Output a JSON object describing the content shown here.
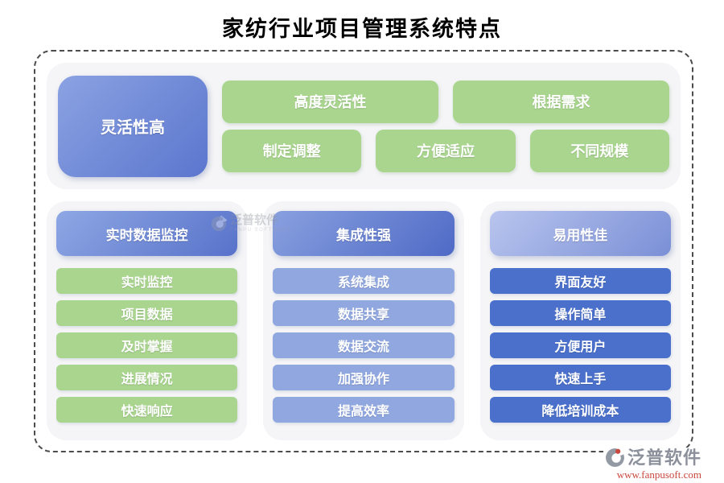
{
  "title": "家纺行业项目管理系统特点",
  "top_section": {
    "lead": "灵活性高",
    "lead_colors": [
      "#8ba2e2",
      "#5b76ce"
    ],
    "item_color": "#a9d58f",
    "row1": [
      "高度灵活性",
      "根据需求"
    ],
    "row2": [
      "制定调整",
      "方便适应",
      "不同规模"
    ]
  },
  "columns": [
    {
      "header": "实时数据监控",
      "header_colors": [
        "#8ea7e4",
        "#5872ca"
      ],
      "item_color": "#a9d58f",
      "items": [
        "实时监控",
        "项目数据",
        "及时掌握",
        "进展情况",
        "快速响应"
      ]
    },
    {
      "header": "集成性强",
      "header_colors": [
        "#89a0df",
        "#4f6ac6"
      ],
      "item_color": "#90a7e0",
      "items": [
        "系统集成",
        "数据共享",
        "数据交流",
        "加强协作",
        "提高效率"
      ]
    },
    {
      "header": "易用性佳",
      "header_colors": [
        "#b9c5ee",
        "#7a8fd6"
      ],
      "item_color": "#4b70cb",
      "items": [
        "界面友好",
        "操作简单",
        "方便用户",
        "快速上手",
        "降低培训成本"
      ]
    }
  ],
  "watermark": {
    "brand": "泛普软件",
    "sub": "FANPU SOFTWARE"
  },
  "footer": {
    "brand": "泛普软件",
    "url": "www.fanpusoft.com"
  },
  "colors": {
    "panel_bg": "#f5f5f7",
    "green": "#a9d58f",
    "blue_light": "#90a7e0",
    "blue_dark": "#4b70cb",
    "frame_border": "#4c4c4c",
    "url_red": "#c8473c"
  }
}
